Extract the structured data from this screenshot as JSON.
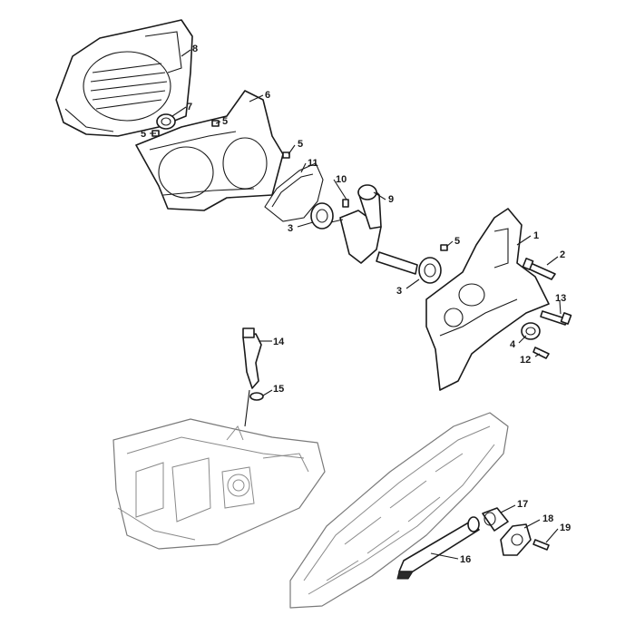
{
  "callouts": [
    {
      "id": "c1",
      "text": "1"
    },
    {
      "id": "c2",
      "text": "2"
    },
    {
      "id": "c3a",
      "text": "3"
    },
    {
      "id": "c3b",
      "text": "3"
    },
    {
      "id": "c4",
      "text": "4"
    },
    {
      "id": "c5a",
      "text": "5"
    },
    {
      "id": "c5b",
      "text": "5"
    },
    {
      "id": "c5c",
      "text": "5"
    },
    {
      "id": "c5d",
      "text": "5"
    },
    {
      "id": "c6",
      "text": "6"
    },
    {
      "id": "c7",
      "text": "7"
    },
    {
      "id": "c8",
      "text": "8"
    },
    {
      "id": "c9",
      "text": "9"
    },
    {
      "id": "c10",
      "text": "10"
    },
    {
      "id": "c11",
      "text": "11"
    },
    {
      "id": "c12",
      "text": "12"
    },
    {
      "id": "c13",
      "text": "13"
    },
    {
      "id": "c14",
      "text": "14"
    },
    {
      "id": "c15",
      "text": "15"
    },
    {
      "id": "c16",
      "text": "16"
    },
    {
      "id": "c17",
      "text": "17"
    },
    {
      "id": "c18",
      "text": "18"
    },
    {
      "id": "c19",
      "text": "19"
    }
  ]
}
